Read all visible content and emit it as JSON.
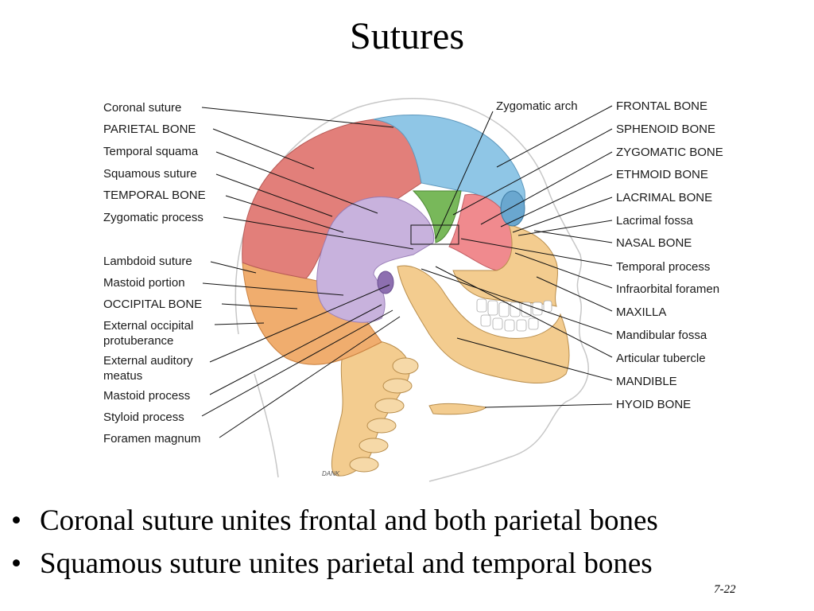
{
  "title": "Sutures",
  "labels_left": [
    "Coronal suture",
    "PARIETAL BONE",
    "Temporal squama",
    "Squamous suture",
    "TEMPORAL BONE",
    "Zygomatic process",
    "Lambdoid suture",
    "Mastoid portion",
    "OCCIPITAL BONE",
    "External occipital",
    "protuberance",
    "External auditory",
    "meatus",
    "Mastoid process",
    "Styloid process",
    "Foramen magnum"
  ],
  "label_top": "Zygomatic arch",
  "labels_right": [
    "FRONTAL BONE",
    "SPHENOID BONE",
    "ZYGOMATIC BONE",
    "ETHMOID BONE",
    "LACRIMAL BONE",
    "Lacrimal fossa",
    "NASAL BONE",
    "Temporal process",
    "Infraorbital foramen",
    "MAXILLA",
    "Mandibular fossa",
    "Articular tubercle",
    "MANDIBLE",
    "HYOID BONE"
  ],
  "artist_signature": "DANK",
  "bullets": [
    "Coronal suture unites frontal and both parietal bones",
    "Squamous suture unites parietal and temporal bones"
  ],
  "slide_number": "7-22",
  "colors": {
    "parietal": "#e27f7a",
    "frontal": "#8fc6e6",
    "temporal": "#c8b2dd",
    "sphenoid": "#78b85a",
    "zygomatic": "#f08a8e",
    "occipital": "#f0ad6e",
    "facial": "#f3cc8f"
  }
}
